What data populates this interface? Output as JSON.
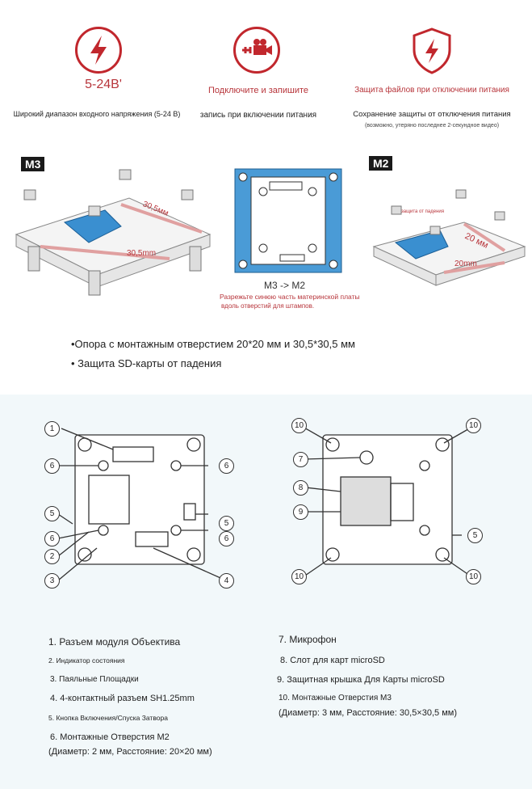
{
  "features": [
    {
      "icon": "lightning-icon",
      "title": "5-24В'",
      "desc": "Широкий диапазон входного напряжения (5-24 В)"
    },
    {
      "icon": "plug-camera-icon",
      "title": "Подключите и запишите",
      "desc": "запись при включении питания"
    },
    {
      "icon": "shield-lightning-icon",
      "title": "Защита файлов при отключении питания",
      "desc": "Сохранение защиты от отключения питания",
      "note": "(возможно, утеряно последнее 2-секундное видео)"
    }
  ],
  "mount": {
    "m3_tag": "M3",
    "m2_tag": "M2",
    "m3_dim1": "30,5мм",
    "m3_dim2": "30,5mm",
    "m2_dim1": "20 мм",
    "m2_dim2": "20mm",
    "m2_note": "защита от падения",
    "convert_title": "M3 -> M2",
    "convert_note1": "Разрежьте синюю часть материнской платы",
    "convert_note2": "вдоль отверстий для штампов."
  },
  "bullets": [
    "•Опора с монтажным отверстием 20*20 мм и 30,5*30,5 мм",
    "• Защита SD-карты от падения"
  ],
  "callouts_left": [
    "1",
    "6",
    "6",
    "5",
    "5",
    "6",
    "6",
    "2",
    "3",
    "4"
  ],
  "callouts_right": [
    "10",
    "10",
    "7",
    "8",
    "9",
    "5",
    "10",
    "10"
  ],
  "legend_left": [
    "1. Разъем модуля Объектива",
    "2. Индикатор состояния",
    "3. Паяльные Площадки",
    "4. 4-контактный разъем SH1.25mm",
    "5. Кнопка Включения/Спуска Затвора",
    "6. Монтажные Отверстия M2",
    "(Диаметр: 2 мм, Расстояние: 20×20 мм)"
  ],
  "legend_right": [
    "7. Микрофон",
    "8. Слот для карт microSD",
    "9. Защитная крышка Для Карты microSD",
    "10. Монтажные Отверстия M3",
    "(Диаметр: 3 мм, Расстояние: 30,5×30,5 мм)"
  ]
}
